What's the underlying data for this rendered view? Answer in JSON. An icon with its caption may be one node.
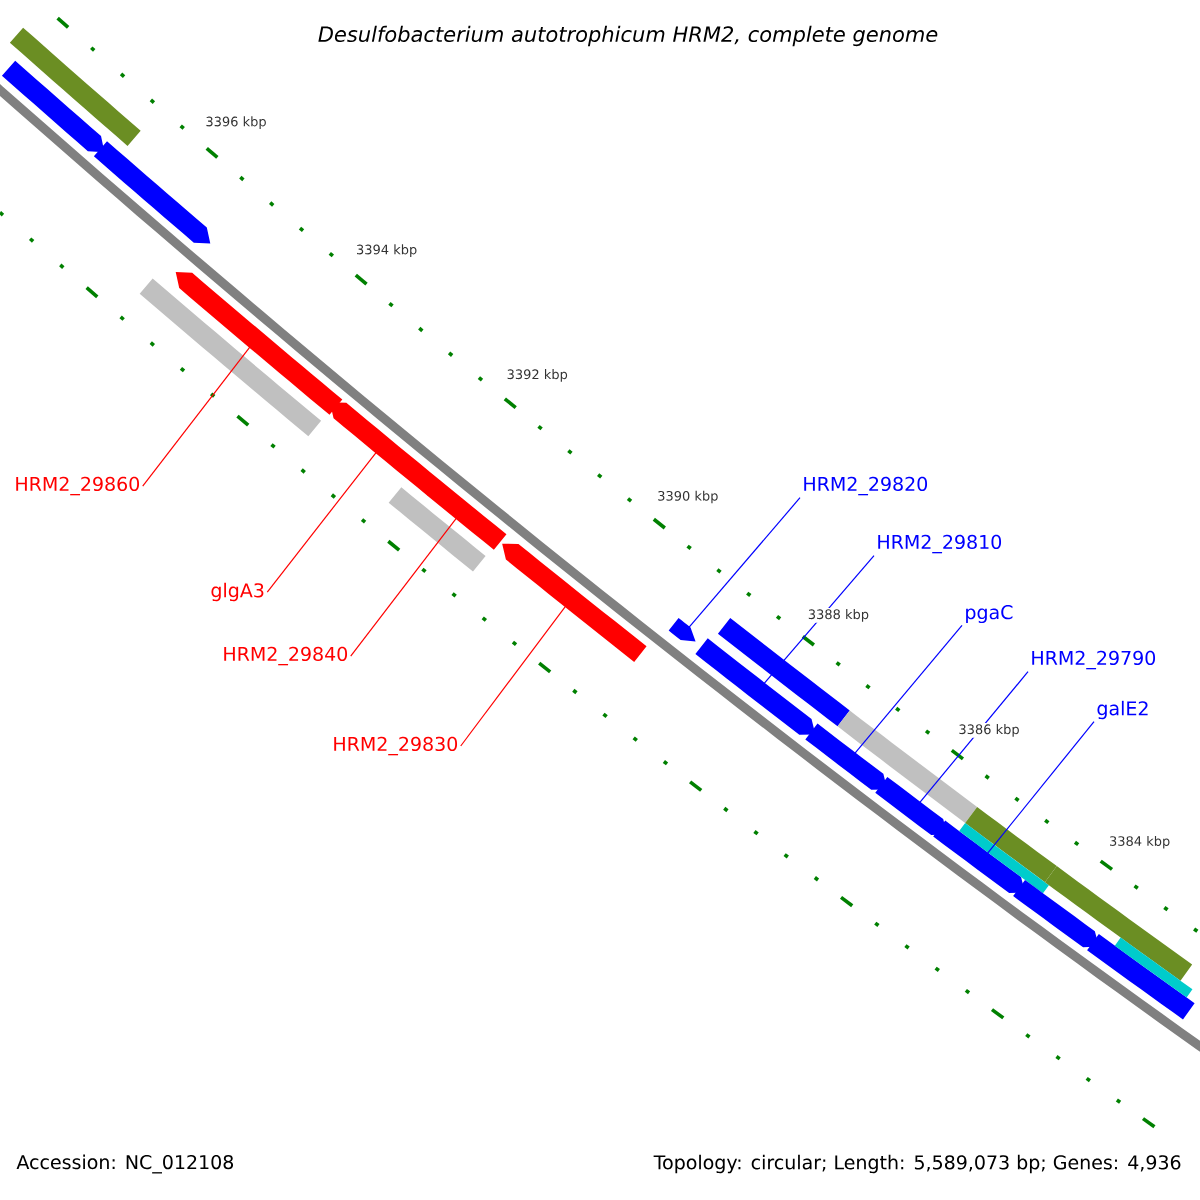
{
  "diagram": {
    "title": "Desulfobacterium autotrophicum HRM2, complete genome",
    "nodes": [
      {
        "text": [
          "HRM2_29860"
        ]
      },
      {
        "text": [
          "HRM2_29820"
        ]
      },
      {
        "text": [
          "HRM2_29810"
        ]
      },
      {
        "text": [
          "glgA3"
        ]
      },
      {
        "text": [
          "pgaC"
        ]
      },
      {
        "text": [
          "HRM2_29840"
        ]
      },
      {
        "text": [
          "HRM2_29790"
        ]
      },
      {
        "text": [
          "galE2"
        ]
      },
      {
        "text": [
          "HRM2_29830"
        ]
      },
      {
        "text": [],
        "shape": "bar"
      },
      {
        "text": [],
        "shape": "bar"
      },
      {
        "text": [],
        "shape": "bar"
      },
      {
        "text": [],
        "shape": "bar"
      },
      {
        "text": [],
        "shape": "bar"
      },
      {
        "text": [],
        "shape": "bar"
      },
      {
        "text": [],
        "shape": "bar"
      },
      {
        "text": [],
        "shape": "bar"
      },
      {
        "text": [],
        "shape": "bar"
      },
      {
        "text": [],
        "shape": "bar"
      },
      {
        "text": [],
        "shape": "bar"
      },
      {
        "text": [],
        "shape": "bar"
      },
      {
        "text": [],
        "shape": "bar"
      },
      {
        "text": [],
        "shape": "bar"
      },
      {
        "text": [],
        "shape": "bar"
      },
      {
        "text": [],
        "shape": "bar"
      },
      {
        "text": [],
        "shape": "bar"
      },
      {
        "text": [],
        "shape": "bar"
      },
      {
        "text": [],
        "shape": "bar"
      },
      {
        "text": [],
        "shape": "bar"
      },
      {
        "text": [],
        "shape": "bar"
      },
      {
        "text": [],
        "shape": "bar"
      }
    ],
    "edges": [
      {
        "from": 0,
        "to": 13,
        "arrow": "none",
        "color": "#ff0000"
      },
      {
        "from": 1,
        "to": 18,
        "arrow": "none"
      },
      {
        "from": 2,
        "to": 19,
        "arrow": "none"
      },
      {
        "from": 3,
        "to": 14,
        "arrow": "none",
        "color": "#ff0000"
      },
      {
        "from": 4,
        "to": 21,
        "arrow": "none"
      },
      {
        "from": 5,
        "to": 16,
        "arrow": "none",
        "color": "#ff0000"
      },
      {
        "from": 6,
        "to": 23,
        "arrow": "none"
      },
      {
        "from": 7,
        "to": 24,
        "arrow": "none"
      },
      {
        "from": 8,
        "to": 17,
        "arrow": "none",
        "color": "#ff0000"
      }
    ],
    "labels": [
      "3396 kbp",
      "3394 kbp",
      "3392 kbp",
      "3390 kbp",
      "3388 kbp",
      "3386 kbp",
      "3384 kbp",
      "Accession: NC_012108",
      "Topology: circular; Length: 5,589,073 bp; Genes: 4,936"
    ]
  }
}
